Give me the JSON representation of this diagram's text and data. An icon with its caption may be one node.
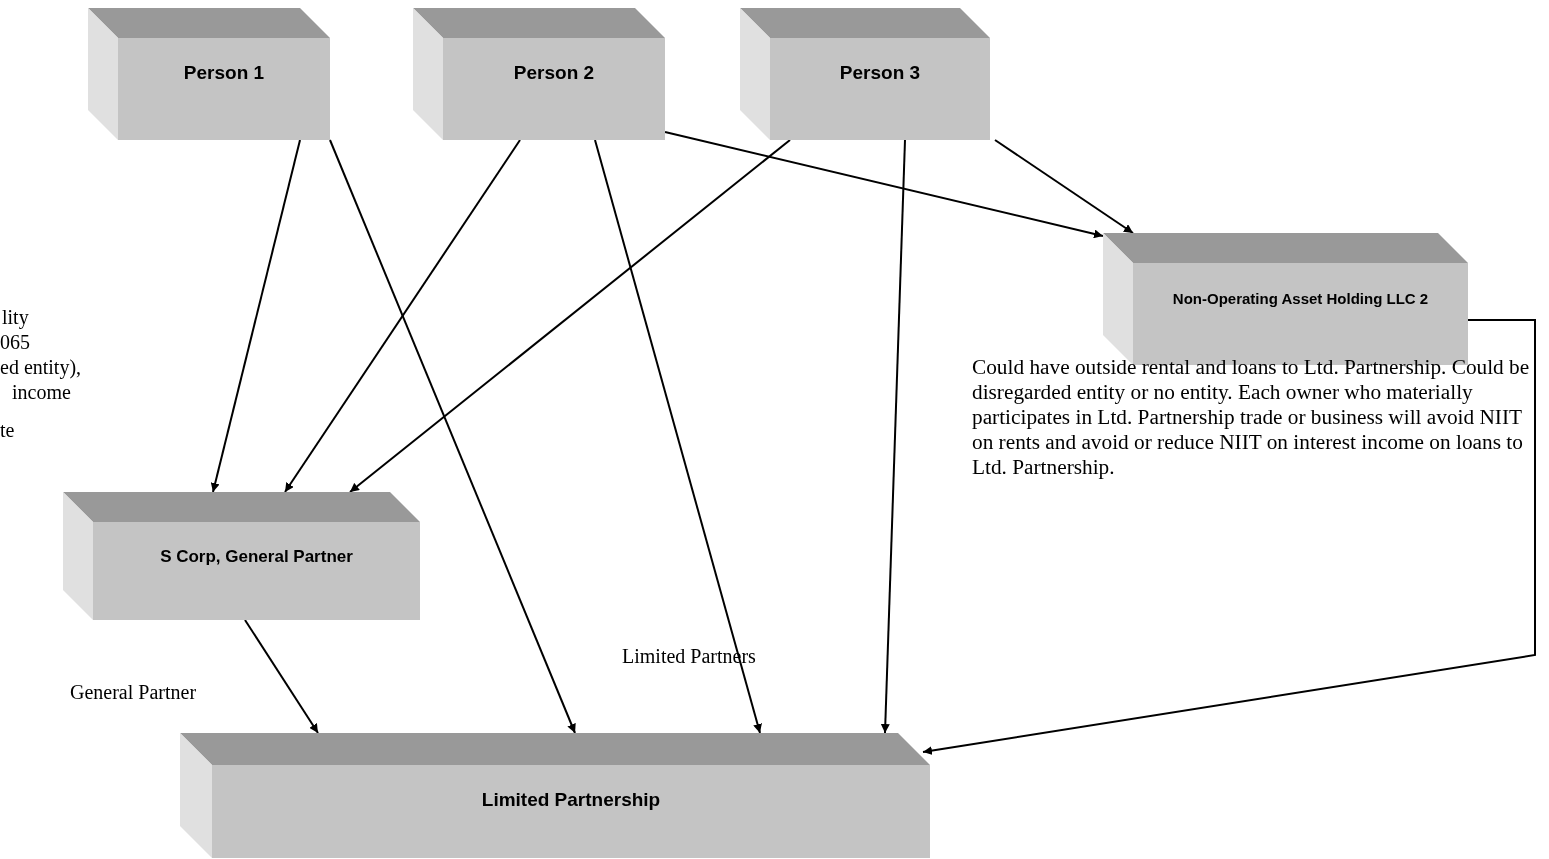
{
  "diagram": {
    "nodes": [
      {
        "text": [
          "Person 1"
        ]
      },
      {
        "text": [
          "Person 2"
        ]
      },
      {
        "text": [
          "Person 3"
        ]
      },
      {
        "text": [
          "Non-Operating Asset Holding LLC 2"
        ],
        "beside": [
          "Could have outside rental and loans to Ltd. Partnership. Could be disregarded entity or no entity.  Each owner who materially participates in Ltd. Partnership trade or business will avoid NIIT on rents and avoid or reduce NIIT on interest income on loans to Ltd. Partnership."
        ]
      },
      {
        "text": [
          "S Corp, General Partner"
        ]
      },
      {
        "text": [
          "Limited Partnership"
        ]
      }
    ],
    "edges": [
      {
        "from": 0,
        "to": 4,
        "arrow": "to"
      },
      {
        "from": 0,
        "to": 5,
        "arrow": "to"
      },
      {
        "from": 1,
        "to": 4,
        "arrow": "to"
      },
      {
        "from": 1,
        "to": 5,
        "arrow": "to"
      },
      {
        "from": 1,
        "to": 3,
        "arrow": "to"
      },
      {
        "from": 2,
        "to": 4,
        "arrow": "to"
      },
      {
        "from": 2,
        "to": 5,
        "arrow": "to"
      },
      {
        "from": 2,
        "to": 3,
        "arrow": "to"
      },
      {
        "from": 4,
        "to": 5,
        "arrow": "to"
      },
      {
        "from": 3,
        "to": 5,
        "arrow": "to"
      }
    ],
    "labels": [
      "lity",
      "065",
      "ed entity),",
      "income",
      "te",
      "Limited Partners",
      "General Partner"
    ]
  }
}
